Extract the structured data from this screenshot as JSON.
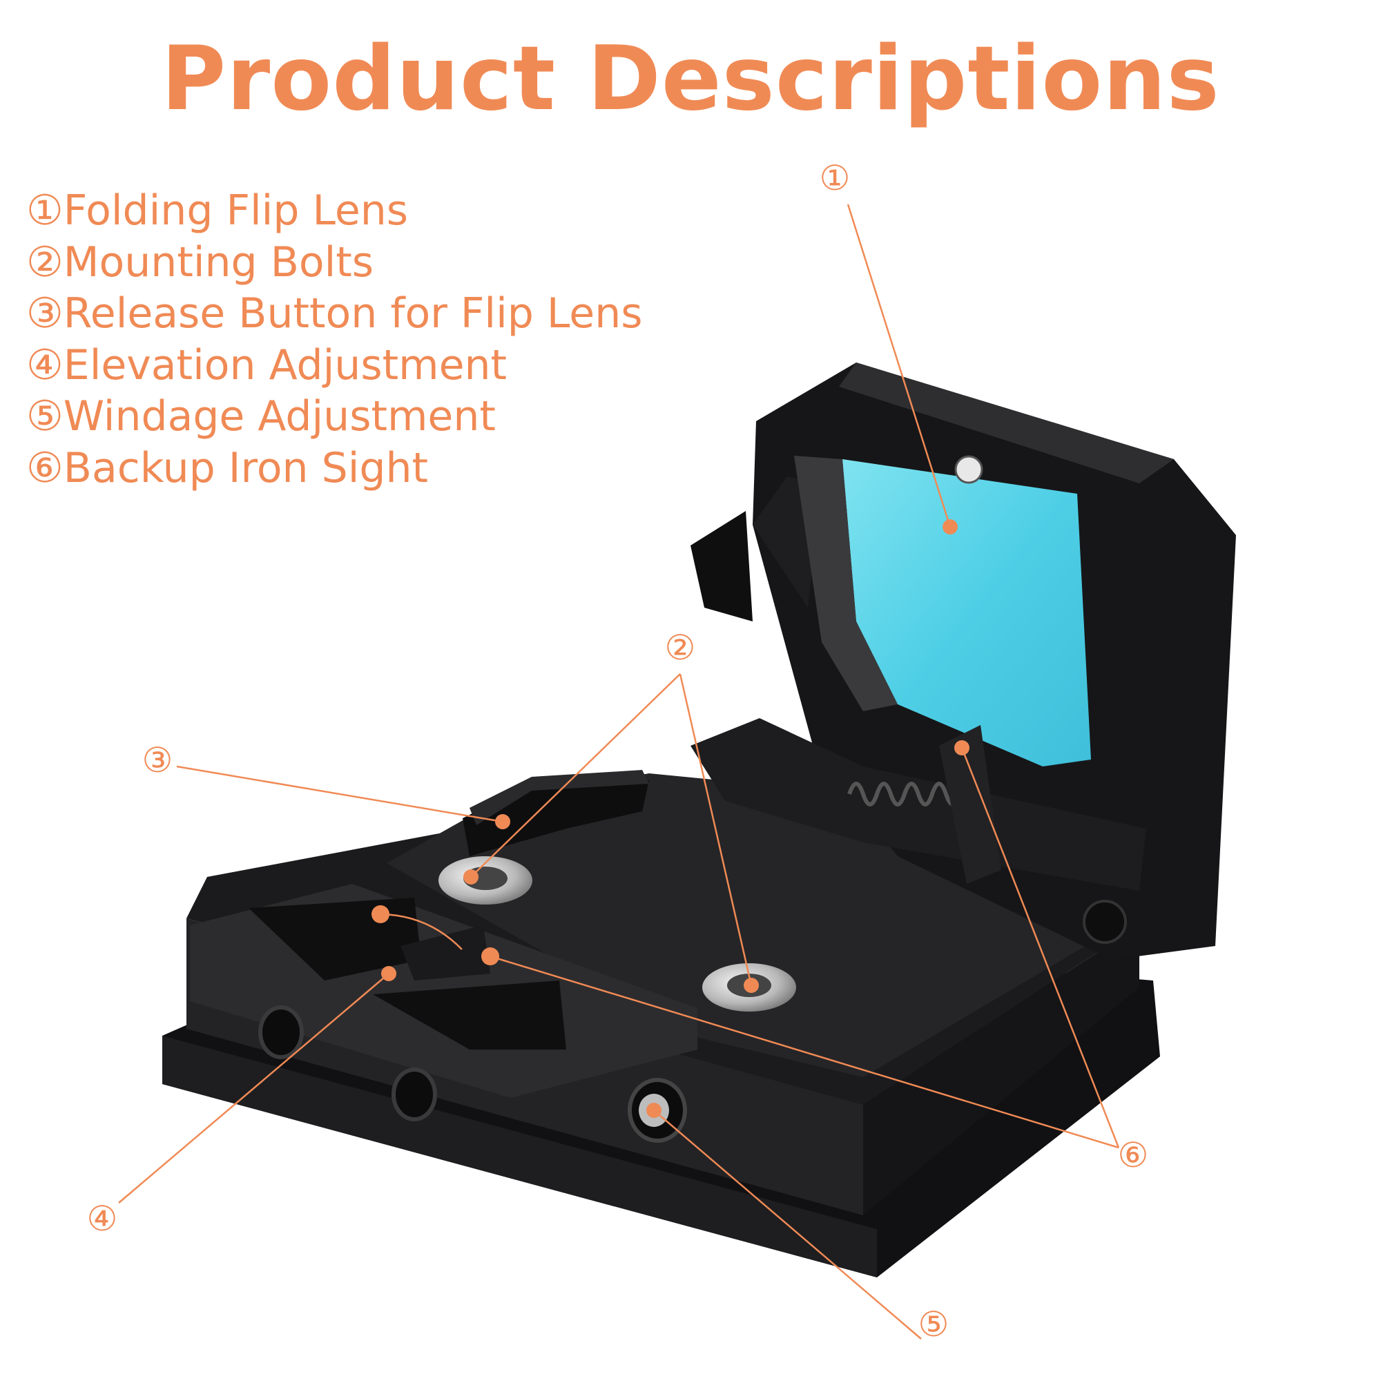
{
  "title": "Product Descriptions",
  "legend": [
    "①Folding Flip Lens",
    "②Mounting Bolts",
    "③Release Button for Flip Lens",
    "④Elevation Adjustment",
    "⑤Windage Adjustment",
    "⑥Backup Iron Sight"
  ],
  "callouts": {
    "c1": "①",
    "c2": "②",
    "c3": "③",
    "c4": "④",
    "c5": "⑤",
    "c6": "⑥"
  },
  "colors": {
    "accent": "#F08A55",
    "body": "#1c1c1e",
    "lens": "#5FD4E8"
  }
}
